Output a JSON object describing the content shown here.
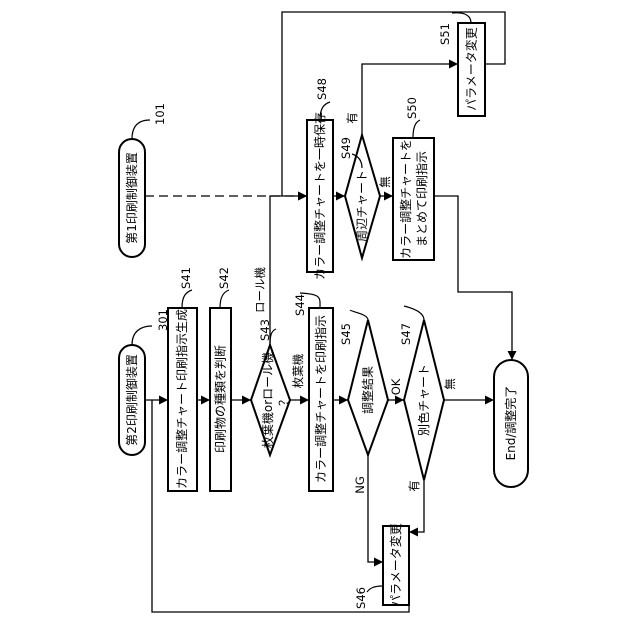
{
  "devices": {
    "second_control": "第2印刷制御装置",
    "first_control": "第1印刷制御装置",
    "second_ref": "301",
    "first_ref": "101"
  },
  "steps": {
    "s41": {
      "id": "S41",
      "text": "カラー調整チャート印刷指示生成"
    },
    "s42": {
      "id": "S42",
      "text": "印刷物の種類を判断"
    },
    "s43": {
      "id": "S43",
      "line1": "枚葉機orロール機",
      "line2": "？"
    },
    "s44": {
      "id": "S44",
      "text": "カラー調整チャートを印刷指示"
    },
    "s45": {
      "id": "S45",
      "text": "調整結果"
    },
    "s46": {
      "id": "S46",
      "text": "パラメータ変更"
    },
    "s47": {
      "id": "S47",
      "text": "別色チャート"
    },
    "s48": {
      "id": "S48",
      "text": "カラー調整チャートを一時保存"
    },
    "s49": {
      "id": "S49",
      "text": "周辺チャート"
    },
    "s50": {
      "id": "S50",
      "line1": "カラー調整チャートを",
      "line2": "まとめて印刷指示"
    },
    "s51": {
      "id": "S51",
      "text": "パラメータ変更"
    },
    "end": {
      "text": "End/調整完了"
    }
  },
  "edges": {
    "roll": "ロール機",
    "sheet": "枚葉機",
    "ng": "NG",
    "ok": "OK",
    "s47_yes": "有",
    "s47_no": "無",
    "s49_yes": "有",
    "s49_no": "無"
  }
}
